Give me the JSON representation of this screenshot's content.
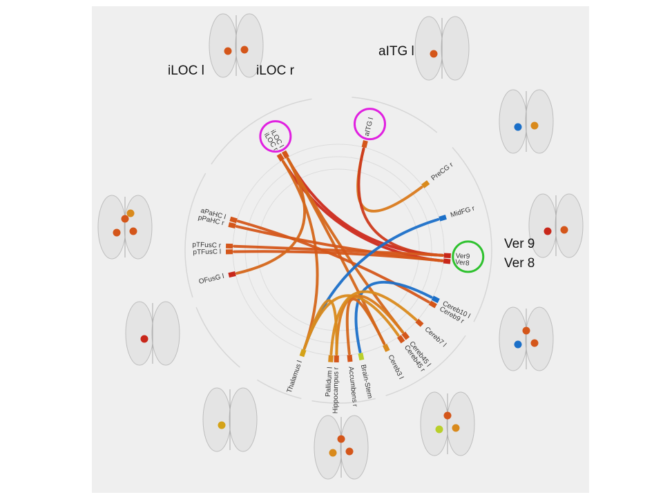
{
  "callouts": {
    "iloc_l": "iLOC l",
    "iloc_r": "iLOC r",
    "aitg_l": "aITG l",
    "ver9": "Ver 9",
    "ver8": "Ver 8"
  },
  "nodes": [
    {
      "id": "iLOC_r",
      "label": "iLOC r",
      "angle": -122,
      "color": "#d4561a"
    },
    {
      "id": "iLOC_l",
      "label": "iLOC l",
      "angle": -119,
      "color": "#d4561a"
    },
    {
      "id": "aITG_l",
      "label": "aITG l",
      "angle": -76,
      "color": "#d4561a"
    },
    {
      "id": "PreCG_r",
      "label": "PreCG r",
      "angle": -37,
      "color": "#d98a1c"
    },
    {
      "id": "MidFG_r",
      "label": "MidFG r",
      "angle": -17,
      "color": "#1b6fc8"
    },
    {
      "id": "Ver9",
      "label": "Ver9",
      "angle": 3,
      "color": "#c8271a"
    },
    {
      "id": "Ver8",
      "label": "Ver8",
      "angle": 6,
      "color": "#c8271a"
    },
    {
      "id": "Cereb10_l",
      "label": "Cereb10 l",
      "angle": 27,
      "color": "#1b6fc8"
    },
    {
      "id": "Cereb9_r",
      "label": "Cereb9 r",
      "angle": 30,
      "color": "#d4561a"
    },
    {
      "id": "Cereb7_l",
      "label": "Cereb7 l",
      "angle": 42,
      "color": "#d4561a"
    },
    {
      "id": "Cereb45_l",
      "label": "Cereb45 l",
      "angle": 52,
      "color": "#d4561a"
    },
    {
      "id": "Cereb45_r",
      "label": "Cereb45 r",
      "angle": 55,
      "color": "#d4561a"
    },
    {
      "id": "Cereb3_l",
      "label": "Cereb3 l",
      "angle": 64,
      "color": "#d98a1c"
    },
    {
      "id": "Brain_Stem",
      "label": "Brain-Stem",
      "angle": 78,
      "color": "#b9cf2a"
    },
    {
      "id": "Accumbens_r",
      "label": "Accumbens r",
      "angle": 84,
      "color": "#d4561a"
    },
    {
      "id": "Hippocampus_r",
      "label": "Hippocampus r",
      "angle": 91,
      "color": "#d4561a"
    },
    {
      "id": "Pallidum_l",
      "label": "Pallidum l",
      "angle": 94,
      "color": "#d98a1c"
    },
    {
      "id": "Thalamus_l",
      "label": "Thalamus l",
      "angle": 109,
      "color": "#d4a217"
    },
    {
      "id": "OFusG_l",
      "label": "OFusG l",
      "angle": 167,
      "color": "#c8271a"
    },
    {
      "id": "pTFusC_l",
      "label": "pTFusC l",
      "angle": 179,
      "color": "#d4561a"
    },
    {
      "id": "pTFusC_r",
      "label": "pTFusC r",
      "angle": 182,
      "color": "#d4561a"
    },
    {
      "id": "pPaHC_r",
      "label": "pPaHC r",
      "angle": 193,
      "color": "#d4561a"
    },
    {
      "id": "aPaHC_l",
      "label": "aPaHC l",
      "angle": 196,
      "color": "#d4561a"
    }
  ],
  "links": [
    {
      "from": "iLOC_l",
      "to": "Ver9",
      "color": "#cc2a1c"
    },
    {
      "from": "iLOC_r",
      "to": "Ver8",
      "color": "#cc2a1c"
    },
    {
      "from": "iLOC_l",
      "to": "Cereb45_l",
      "color": "#d4661a"
    },
    {
      "from": "iLOC_r",
      "to": "Thalamus_l",
      "color": "#d4661a"
    },
    {
      "from": "iLOC_l",
      "to": "Cereb3_l",
      "color": "#d4661a"
    },
    {
      "from": "aITG_l",
      "to": "PreCG_r",
      "color": "#d97a1c"
    },
    {
      "from": "aITG_l",
      "to": "Ver9",
      "color": "#cc3a1c"
    },
    {
      "from": "aPaHC_l",
      "to": "Cereb9_r",
      "color": "#d4561a"
    },
    {
      "from": "pPaHC_r",
      "to": "Ver8",
      "color": "#d4561a"
    },
    {
      "from": "pTFusC_r",
      "to": "Ver9",
      "color": "#d4561a"
    },
    {
      "from": "pTFusC_l",
      "to": "Ver8",
      "color": "#d4561a"
    },
    {
      "from": "OFusG_l",
      "to": "iLOC_l",
      "color": "#d4661a"
    },
    {
      "from": "MidFG_r",
      "to": "Thalamus_l",
      "color": "#1b6fc8"
    },
    {
      "from": "Cereb10_l",
      "to": "Brain_Stem",
      "color": "#1b6fc8"
    },
    {
      "from": "Thalamus_l",
      "to": "Cereb45_r",
      "color": "#d98a1c"
    },
    {
      "from": "Hippocampus_r",
      "to": "Cereb45_l",
      "color": "#d97a1c"
    },
    {
      "from": "Pallidum_l",
      "to": "Cereb7_l",
      "color": "#d98a1c"
    },
    {
      "from": "Accumbens_r",
      "to": "Cereb3_l",
      "color": "#d4661a"
    },
    {
      "from": "Thalamus_l",
      "to": "Hippocampus_r",
      "color": "#d98a1c"
    }
  ],
  "brains": [
    {
      "id": "brain-top",
      "dots": [
        "#d4561a",
        "#d4561a"
      ]
    },
    {
      "id": "brain-top-right",
      "dots": [
        "#d4561a"
      ]
    },
    {
      "id": "brain-right-1",
      "dots": [
        "#1b6fc8",
        "#d98a1c"
      ]
    },
    {
      "id": "brain-right-2",
      "dots": [
        "#c8271a",
        "#d4561a"
      ]
    },
    {
      "id": "brain-right-3",
      "dots": [
        "#1b6fc8",
        "#d4561a",
        "#d4561a"
      ]
    },
    {
      "id": "brain-bottom-right",
      "dots": [
        "#b9cf2a",
        "#d98a1c",
        "#d4561a"
      ]
    },
    {
      "id": "brain-bottom",
      "dots": [
        "#d98a1c",
        "#d4561a",
        "#d4561a"
      ]
    },
    {
      "id": "brain-bottom-left",
      "dots": [
        "#d4a217"
      ]
    },
    {
      "id": "brain-left-2",
      "dots": [
        "#c8271a"
      ]
    },
    {
      "id": "brain-left-1",
      "dots": [
        "#d4561a",
        "#d4561a",
        "#d4561a",
        "#d98a1c"
      ]
    }
  ],
  "highlights": [
    {
      "id": "highlight-iloc",
      "node": "iLOC_l",
      "color": "#e020e0"
    },
    {
      "id": "highlight-aitg",
      "node": "aITG_l",
      "color": "#e020e0"
    },
    {
      "id": "highlight-ver",
      "node": "Ver9",
      "color": "#2ec12e"
    }
  ]
}
